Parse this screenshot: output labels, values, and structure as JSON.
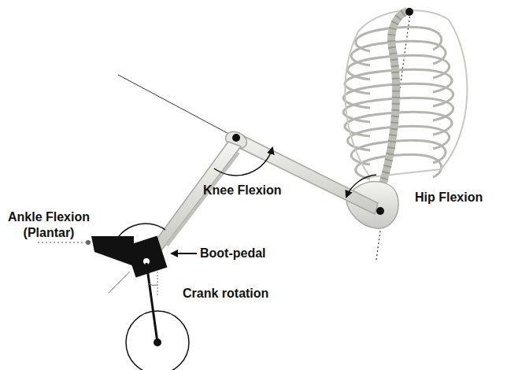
{
  "diagram": {
    "labels": [
      "Knee Flexion",
      "Hip Flexion",
      "Ankle Flexion (Plantar)",
      "Boot-pedal",
      "Crank rotation"
    ]
  }
}
